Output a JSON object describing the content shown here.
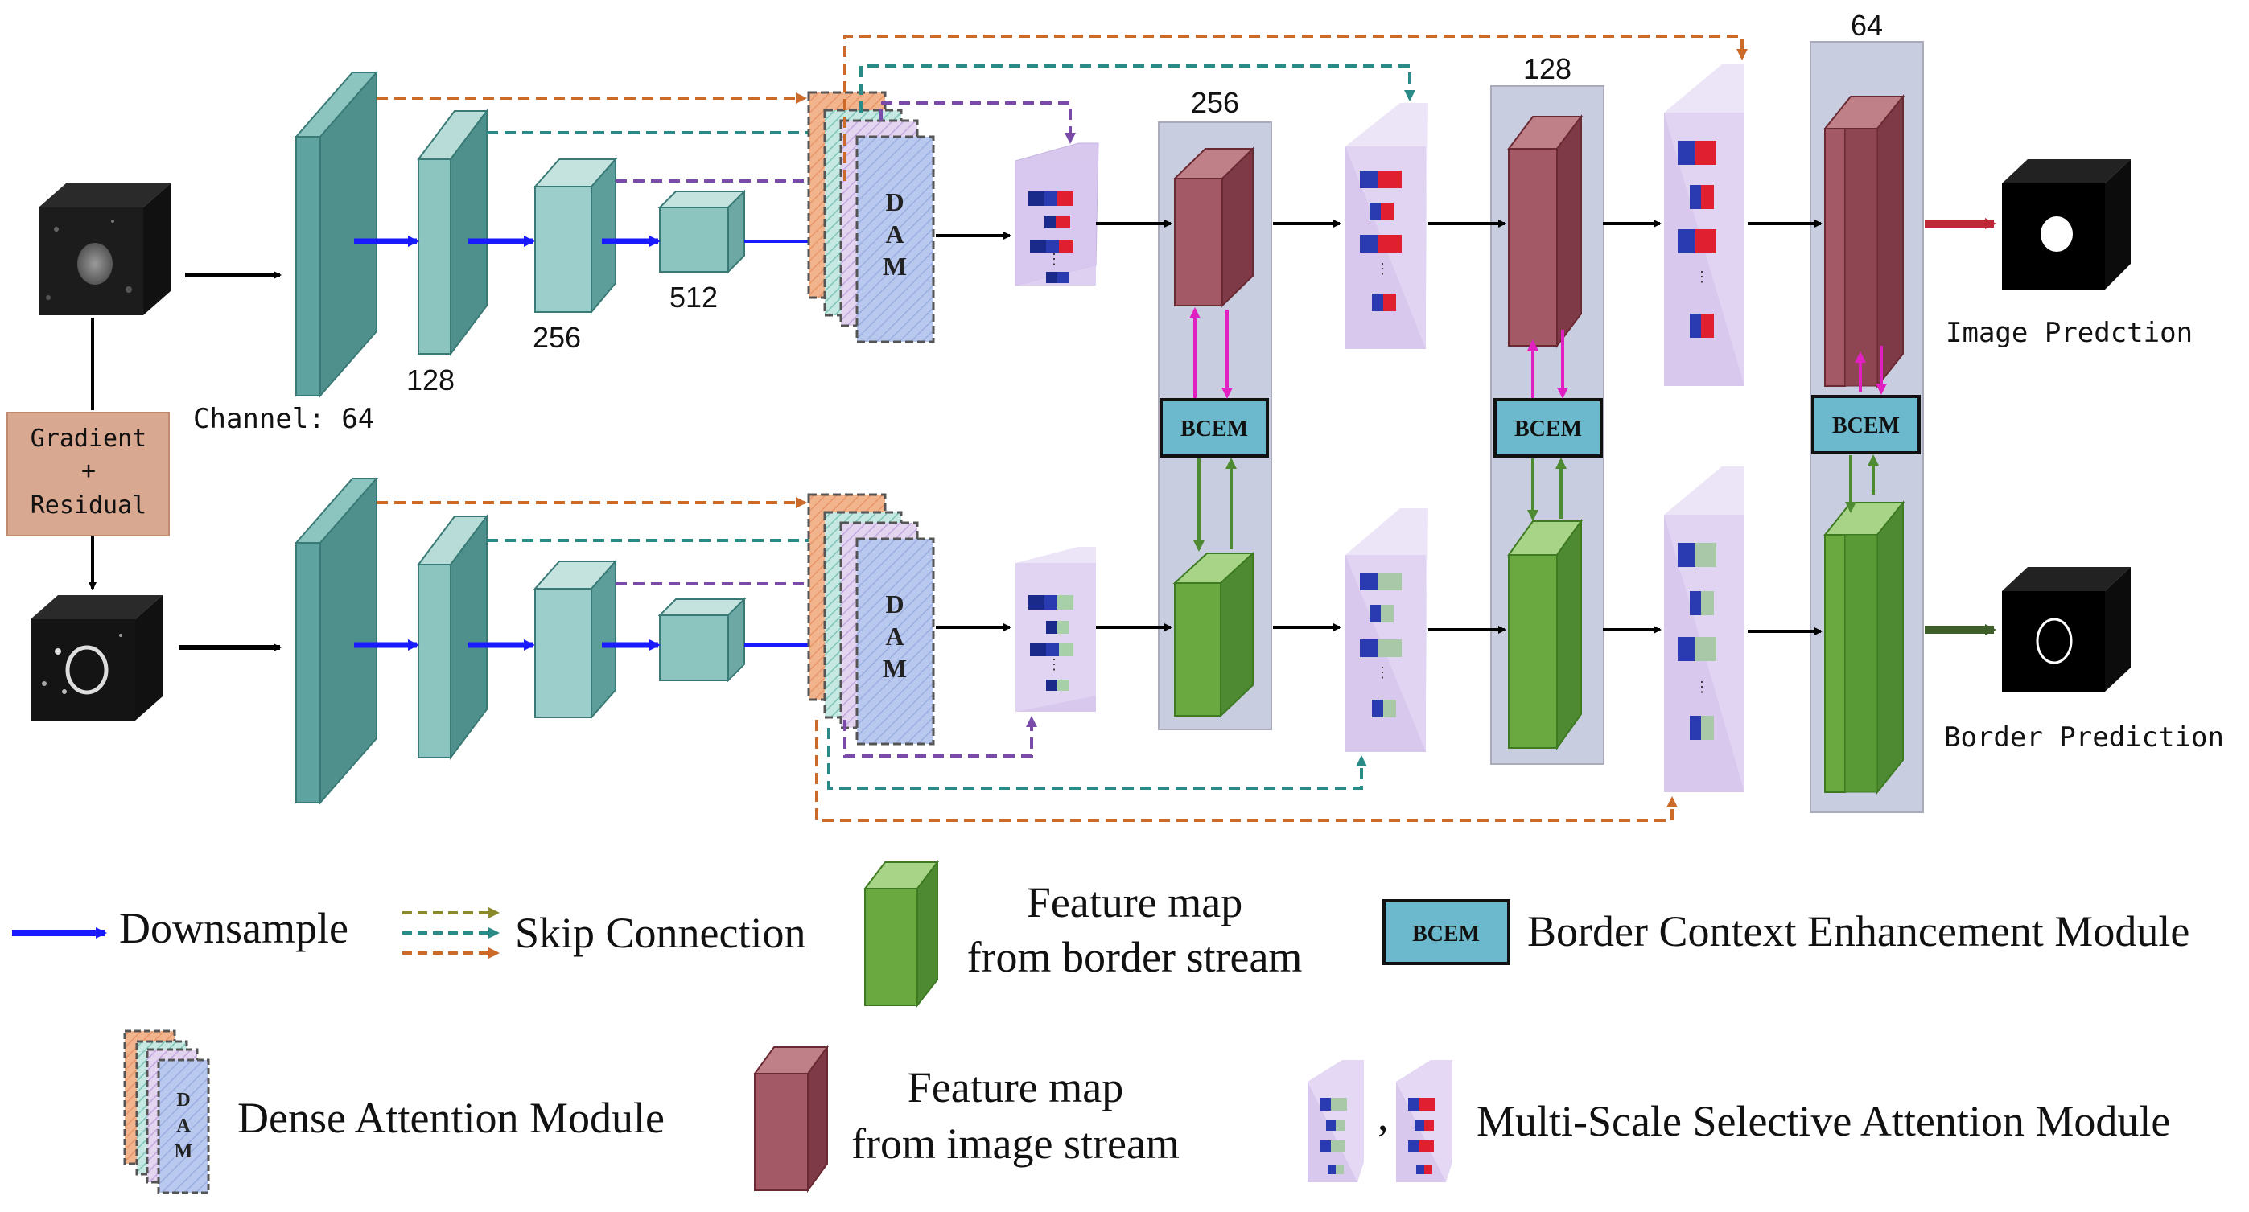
{
  "encoder": {
    "channel_label": "Channel: 64",
    "size_128": "128",
    "size_256": "256",
    "size_512": "512"
  },
  "preprocess": {
    "line1": "Gradient",
    "line2": "+",
    "line3": "Residual"
  },
  "dam": {
    "letter_d": "D",
    "letter_a": "A",
    "letter_m": "M"
  },
  "decoder": {
    "stage1_channels": "256",
    "stage2_channels": "128",
    "stage3_channels": "64",
    "bcem_label": "BCEM"
  },
  "outputs": {
    "image_prediction": "Image Predction",
    "border_prediction": "Border Prediction"
  },
  "legend": {
    "downsample": "Downsample",
    "skip_connection": "Skip Connection",
    "border_feature_line1": "Feature map",
    "border_feature_line2": "from border stream",
    "bcem_box": "BCEM",
    "bcem_text": "Border Context Enhancement Module",
    "dam_text": "Dense Attention Module",
    "image_feature_line1": "Feature map",
    "image_feature_line2": "from image stream",
    "comma": ",",
    "mssa_text": "Multi-Scale Selective Attention Module"
  },
  "colors": {
    "teal_block": "#5fa3a0",
    "downsample_arrow": "#1a1aff",
    "skip_orange": "#cc6a2a",
    "skip_teal": "#2a8a86",
    "skip_purple": "#7a4aa8",
    "skip_olive": "#8a8a2a",
    "image_feature": "#a35a66",
    "border_feature": "#6aa840",
    "bcem_fill": "#6cb8cc",
    "bcem_arrow_magenta": "#e020c0",
    "panel_gray": "#c8cde0",
    "mssa_lavender": "#d8c8ee",
    "preprocess_box": "#d8a890",
    "output_red_arrow": "#c0283a",
    "output_green_arrow": "#3e5e2a"
  }
}
